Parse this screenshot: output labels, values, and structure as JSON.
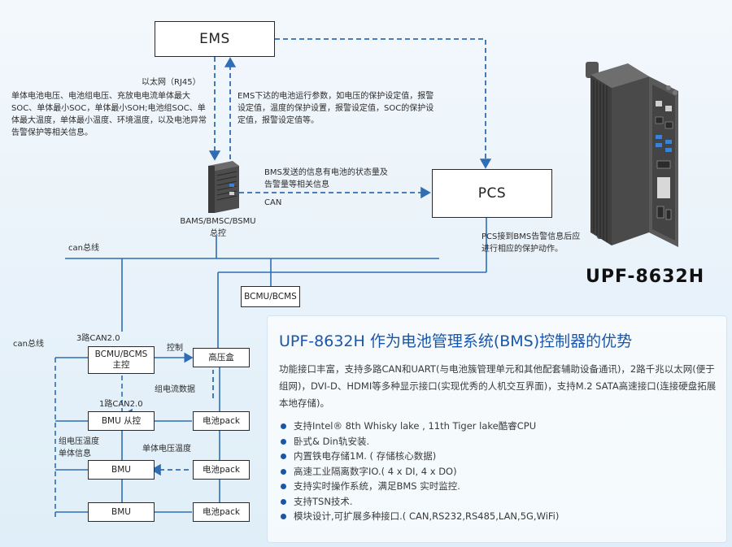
{
  "boxes": {
    "ems": "EMS",
    "pcs": "PCS",
    "bcmu_bcms": "BCMU/BCMS",
    "bcmu_main": "BCMU/BCMS\n主控",
    "hv_box": "高压盒",
    "bmu_slave": "BMU 从控",
    "pack1": "电池pack",
    "bmu1": "BMU",
    "pack2": "电池pack",
    "bmu2": "BMU",
    "pack3": "电池pack"
  },
  "labels": {
    "ethernet": "以太网（RJ45）",
    "bms_to_ems": "单体电池电压、电池组电压、充放电电流单体最大SOC、单体最小SOC，单体最小SOH;电池组SOC、单体最大温度，单体最小温度、环境温度，以及电池异常告警保护等相关信息。",
    "ems_to_bms": "EMS下达的电池运行参数，如电压的保护设定值，报警设定值，温度的保护设置，报警设定值，SOC的保护设定值，报警设定值等。",
    "bms_to_pcs": "BMS发送的信息有电池的状态量及告警量等相关信息",
    "can": "CAN",
    "controller": "BAMS/BMSC/BSMU\n总控",
    "pcs_note": "PCS接到BMS告警信息后应进行相应的保护动作。",
    "can_bus_1": "can总线",
    "can_bus_2": "can总线",
    "can3": "3路CAN2.0",
    "control": "控制",
    "group_current": "组电流数据",
    "can1": "1路CAN2.0",
    "group_vt": "组电压温度\n单体信息",
    "cell_vt": "单体电压温度"
  },
  "product": {
    "model": "UPF-8632H"
  },
  "panel": {
    "title": "UPF-8632H 作为电池管理系统(BMS)控制器的优势",
    "intro": "功能接口丰富，支持多路CAN和UART(与电池簇管理单元和其他配套辅助设备通讯)，2路千兆以太网(便于组网)，DVI-D、HDMI等多种显示接口(实现优秀的人机交互界面)，支持M.2 SATA高速接口(连接硬盘拓展本地存储)。",
    "features": [
      "支持Intel® 8th  Whisky lake , 11th  Tiger lake酷睿CPU",
      "卧式& Din轨安装.",
      "内置铁电存储1M. ( 存储核心数据)",
      "高速工业隔离数字IO.( 4 x DI, 4 x DO)",
      "支持实时操作系统，满足BMS 实时监控.",
      "支持TSN技术.",
      "模块设计,可扩展多种接口.( CAN,RS232,RS485,LAN,5G,WiFi)"
    ]
  },
  "colors": {
    "accent": "#1a56a8",
    "dash": "#2f6db5",
    "line": "#2f6db5"
  }
}
